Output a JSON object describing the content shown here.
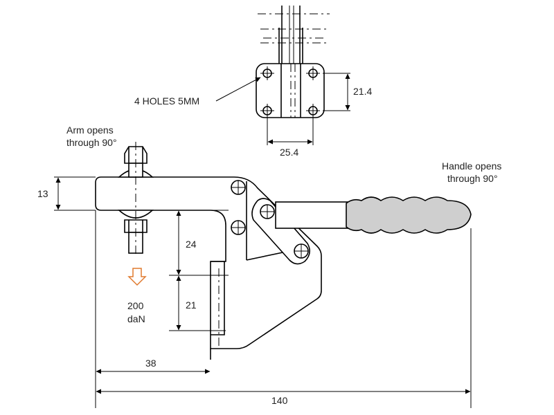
{
  "labels": {
    "holes": "4 HOLES 5MM",
    "arm_line1": "Arm opens",
    "arm_line2": "through 90°",
    "handle_line1": "Handle opens",
    "handle_line2": "through 90°",
    "force_value": "200",
    "force_unit": "daN"
  },
  "dimensions": {
    "d_21_4": "21.4",
    "d_25_4": "25.4",
    "d_13": "13",
    "d_24": "24",
    "d_21": "21",
    "d_38": "38",
    "d_140": "140"
  },
  "colors": {
    "line": "#000000",
    "handle_grip": "#cfcfcf",
    "force_arrow": "#e07a2e"
  },
  "icons": {
    "force": "down-arrow-outline"
  }
}
